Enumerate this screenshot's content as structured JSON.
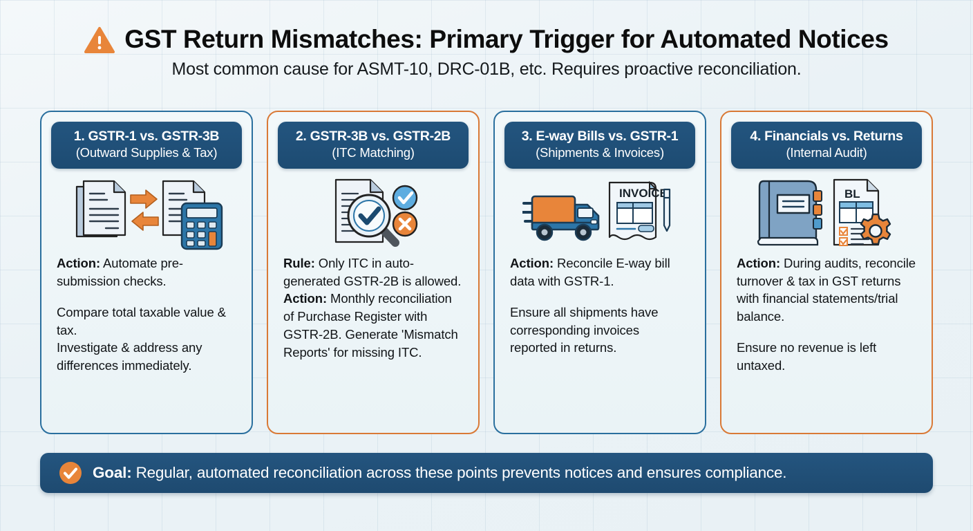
{
  "header": {
    "warning_icon": "warning-triangle-icon",
    "title": "GST Return Mismatches: Primary Trigger for Automated Notices",
    "subtitle": "Most common cause for ASMT-10, DRC-01B, etc. Requires proactive reconciliation."
  },
  "colors": {
    "background": "#eaf2f6",
    "navy": "#23557f",
    "orange": "#e4822f",
    "card_border_blue": "#2a6f9e",
    "card_border_orange": "#d97936",
    "body_text": "#111417"
  },
  "cards": [
    {
      "accent": "blue",
      "heading_line1": "1. GSTR-1 vs. GSTR-3B",
      "heading_line2": "(Outward Supplies & Tax)",
      "art": "documents-exchange-calculator-illustration",
      "paragraphs": [
        {
          "label": "Action:",
          "text": " Automate pre-submission checks."
        },
        {
          "label": "",
          "text": "Compare total taxable value & tax.\nInvestigate & address any differences immediately."
        }
      ]
    },
    {
      "accent": "orange",
      "heading_line1": "2. GSTR-3B vs. GSTR-2B",
      "heading_line2": "(ITC Matching)",
      "art": "document-magnifier-check-cross-illustration",
      "paragraphs": [
        {
          "label": "Rule:",
          "text": " Only ITC in auto-generated GSTR-2B is allowed."
        },
        {
          "label": "Action:",
          "text": " Monthly reconciliation of Purchase Register with GSTR-2B. Generate 'Mismatch Reports' for missing ITC."
        }
      ]
    },
    {
      "accent": "blue",
      "heading_line1": "3. E-way Bills vs. GSTR-1",
      "heading_line2": "(Shipments & Invoices)",
      "art": "truck-invoice-pen-illustration",
      "art_label": "INVOICE",
      "paragraphs": [
        {
          "label": "Action:",
          "text": " Reconcile E-way bill data with GSTR-1."
        },
        {
          "label": "",
          "text": "Ensure all shipments have corresponding invoices reported in returns."
        }
      ]
    },
    {
      "accent": "orange",
      "heading_line1": "4. Financials vs. Returns",
      "heading_line2": "(Internal Audit)",
      "art": "ledger-book-balance-sheet-gear-illustration",
      "art_label": "BL",
      "paragraphs": [
        {
          "label": "Action:",
          "text": " During audits, reconcile turnover & tax in GST returns with financial statements/trial balance."
        },
        {
          "label": "",
          "text": "Ensure no revenue is left untaxed."
        }
      ]
    }
  ],
  "goal": {
    "icon": "check-circle-icon",
    "label": "Goal:",
    "text": " Regular, automated reconciliation across these points prevents notices and ensures compliance."
  }
}
